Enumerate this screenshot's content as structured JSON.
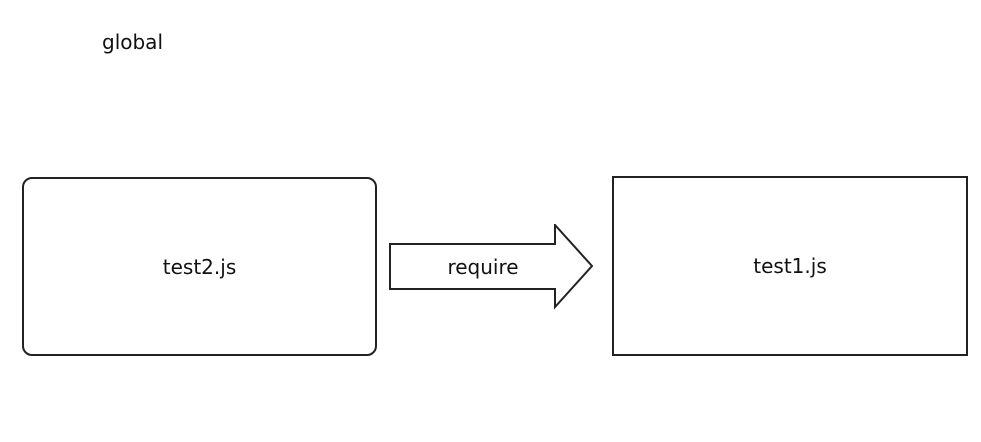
{
  "diagram": {
    "container_label": "global",
    "nodes": [
      {
        "id": "left",
        "label": "test2.js"
      },
      {
        "id": "right",
        "label": "test1.js"
      }
    ],
    "edges": [
      {
        "from": "left",
        "to": "right",
        "label": "require"
      }
    ],
    "colors": {
      "stroke": "#222222",
      "background": "#ffffff",
      "text": "#111111"
    }
  }
}
